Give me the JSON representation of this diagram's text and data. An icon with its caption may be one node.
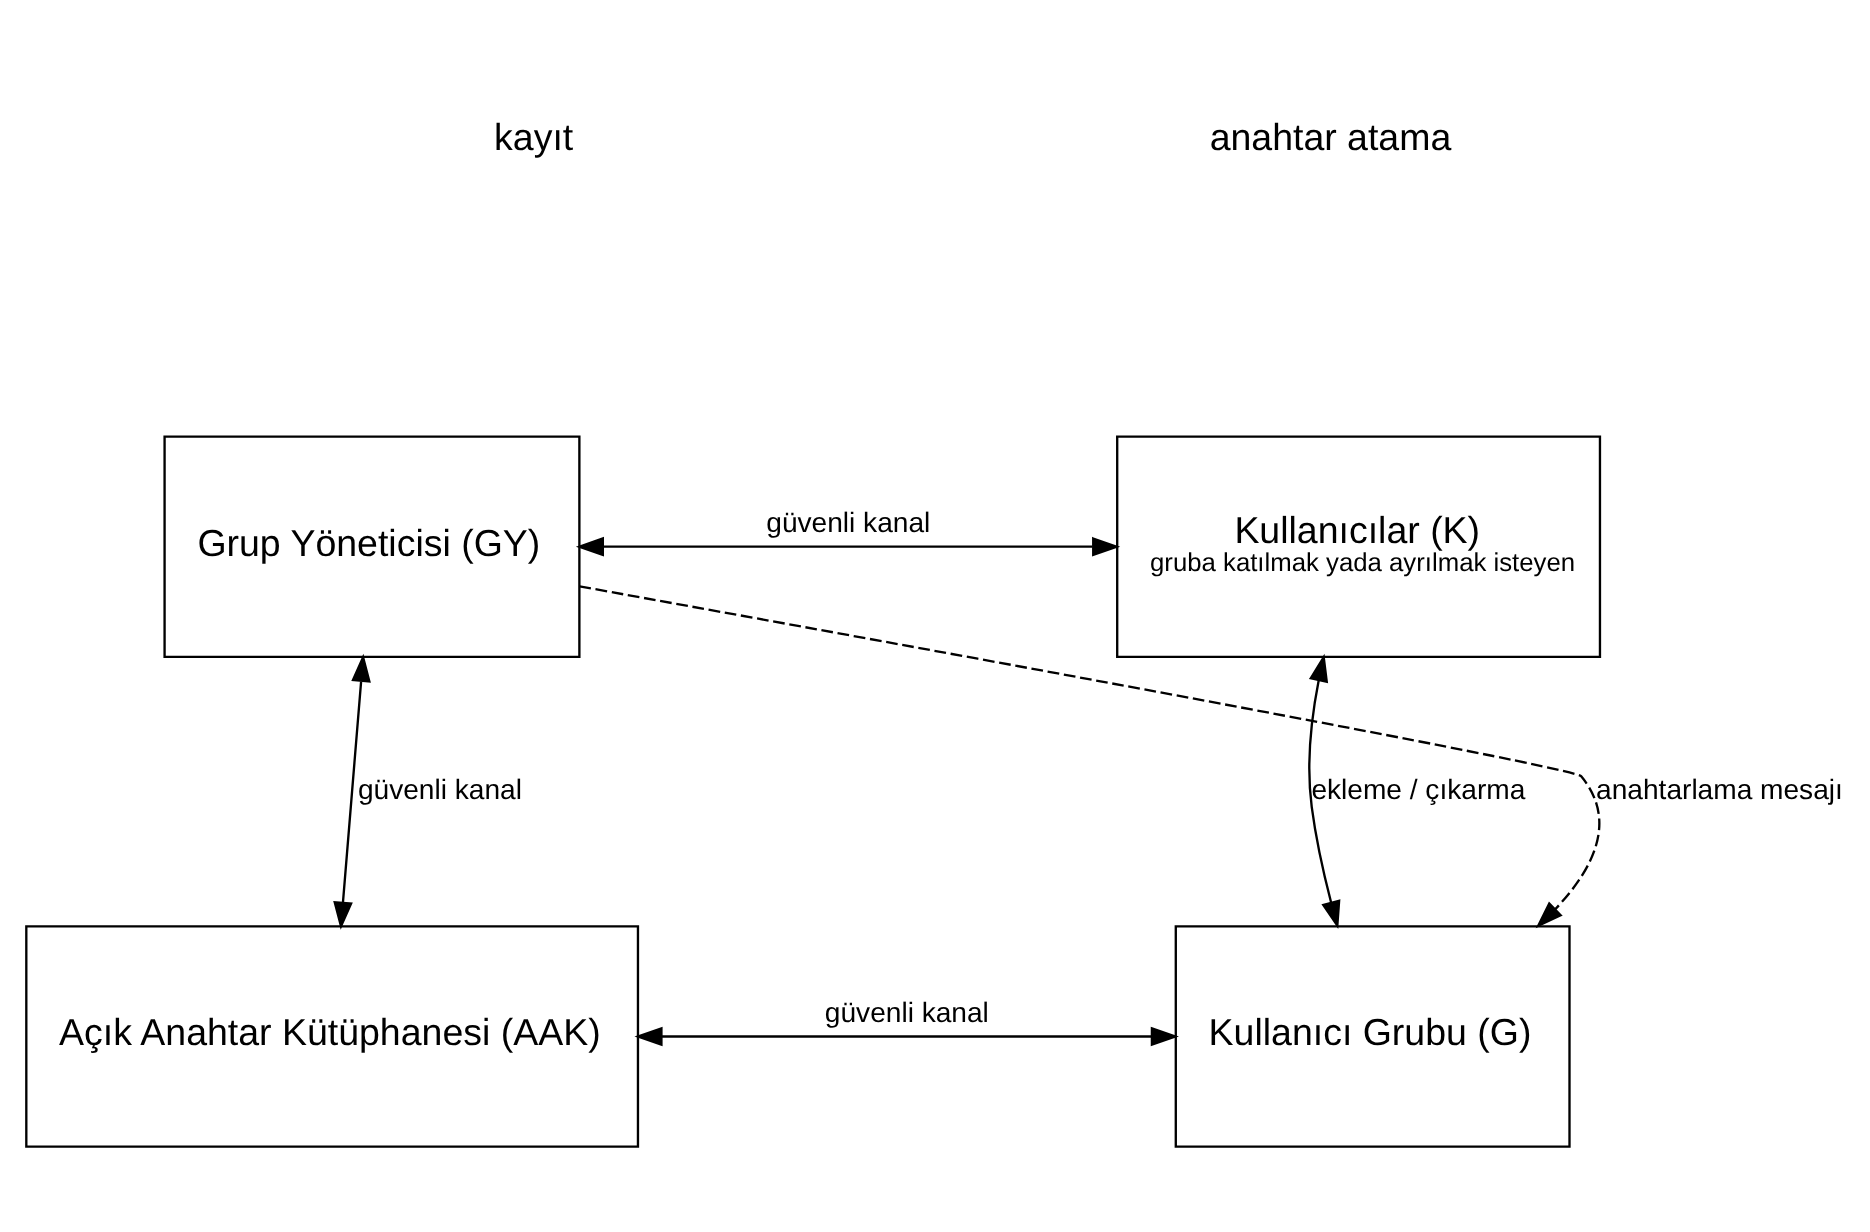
{
  "diagram": {
    "nodes": [
      {
        "text": [
          "Grup Yöneticisi (GY)"
        ]
      },
      {
        "text": [
          "Kullanıcılar (K)",
          "gruba katılmak yada ayrılmak isteyen"
        ]
      },
      {
        "text": [
          "Açık Anahtar Kütüphanesi (AAK)"
        ]
      },
      {
        "text": [
          "Kullanıcı Grubu (G)"
        ]
      }
    ],
    "edges": [
      {
        "from": 0,
        "to": 1,
        "arrow": "both",
        "label": "güvenli kanal"
      },
      {
        "from": 0,
        "to": 2,
        "arrow": "both",
        "label": "güvenli kanal"
      },
      {
        "from": 0,
        "to": 3,
        "arrow": "to",
        "label": "anahtarlama mesajı",
        "style": "dashed"
      },
      {
        "from": 1,
        "to": 3,
        "arrow": "both",
        "label": "ekleme / çıkarma"
      },
      {
        "from": 2,
        "to": 3,
        "arrow": "both",
        "label": "güvenli kanal"
      }
    ],
    "labels": [
      "kayıt",
      "anahtar atama"
    ]
  }
}
